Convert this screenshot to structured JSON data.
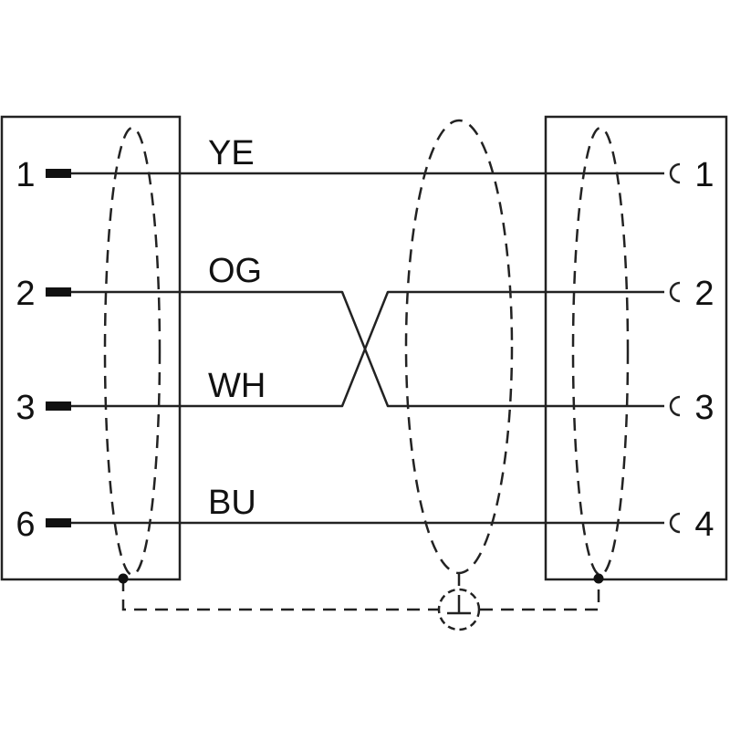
{
  "diagram": {
    "left_pins": [
      "1",
      "2",
      "3",
      "6"
    ],
    "right_pins": [
      "1",
      "2",
      "3",
      "4"
    ],
    "wire_colors": [
      "YE",
      "OG",
      "WH",
      "BU"
    ]
  }
}
